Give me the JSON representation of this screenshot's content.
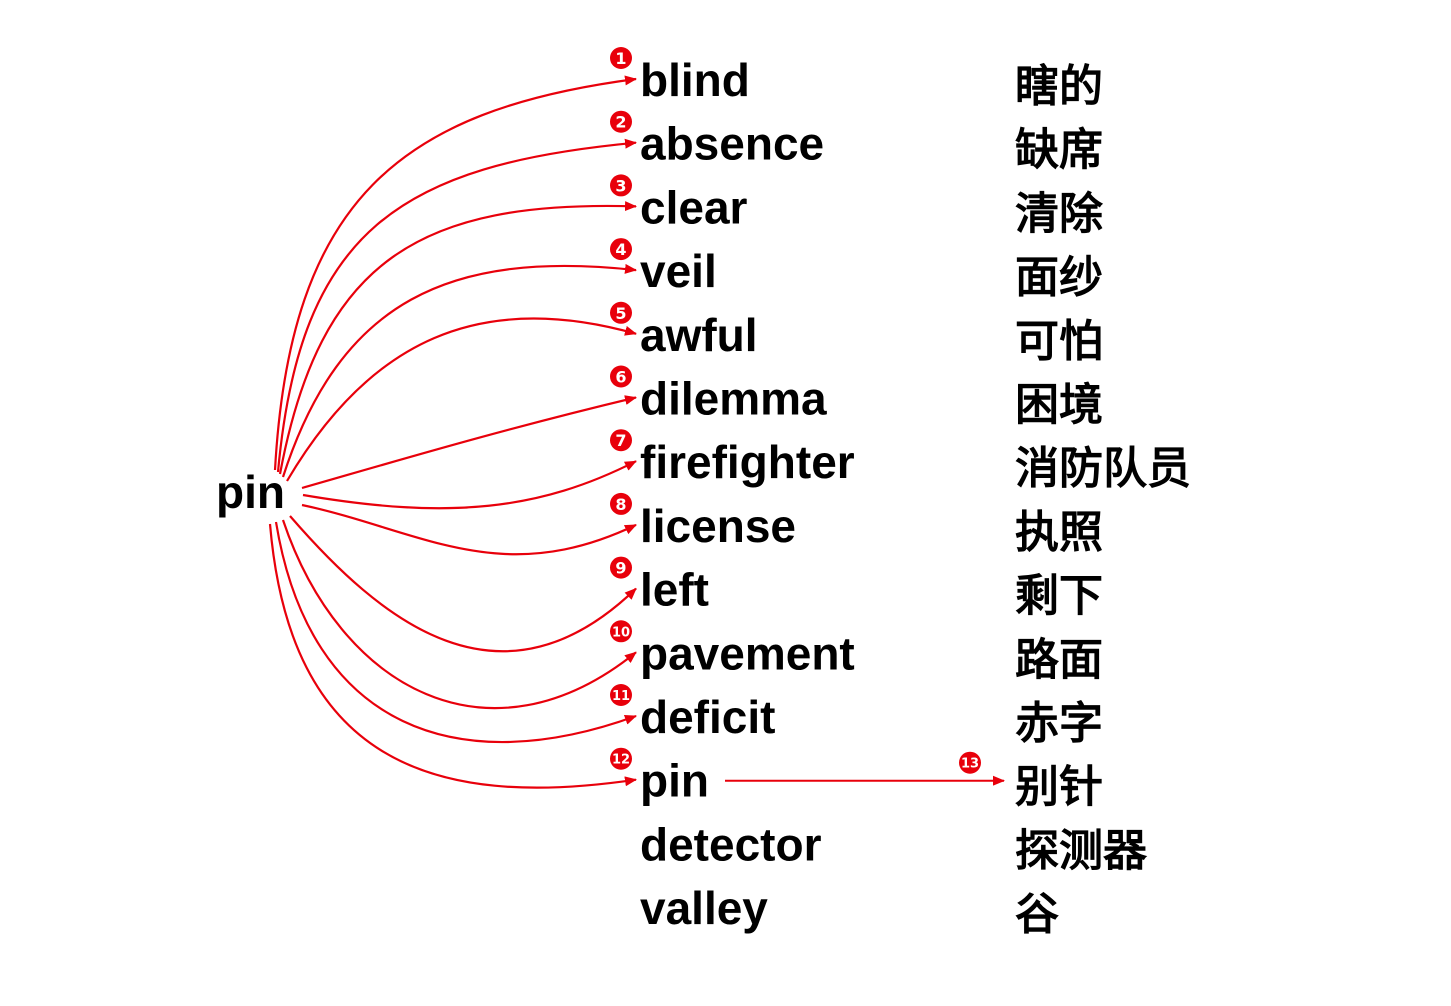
{
  "source_word": "pin",
  "accent_color": "#e8000b",
  "rows": [
    {
      "word": "blind",
      "translation": "瞎的",
      "marker": "1",
      "linked": true
    },
    {
      "word": "absence",
      "translation": "缺席",
      "marker": "2",
      "linked": true
    },
    {
      "word": "clear",
      "translation": "清除",
      "marker": "3",
      "linked": true
    },
    {
      "word": "veil",
      "translation": "面纱",
      "marker": "4",
      "linked": true
    },
    {
      "word": "awful",
      "translation": "可怕",
      "marker": "5",
      "linked": true
    },
    {
      "word": "dilemma",
      "translation": "困境",
      "marker": "6",
      "linked": true
    },
    {
      "word": "firefighter",
      "translation": "消防队员",
      "marker": "7",
      "linked": true
    },
    {
      "word": "license",
      "translation": "执照",
      "marker": "8",
      "linked": true
    },
    {
      "word": "left",
      "translation": "剩下",
      "marker": "9",
      "linked": true
    },
    {
      "word": "pavement",
      "translation": "路面",
      "marker": "10",
      "linked": true
    },
    {
      "word": "deficit",
      "translation": "赤字",
      "marker": "11",
      "linked": true
    },
    {
      "word": "pin",
      "translation": "别针",
      "marker": "12",
      "linked": true
    },
    {
      "word": "detector",
      "translation": "探测器",
      "marker": "",
      "linked": false
    },
    {
      "word": "valley",
      "translation": "谷",
      "marker": "",
      "linked": false
    }
  ],
  "translation_link": {
    "row": 11,
    "marker": "13"
  }
}
